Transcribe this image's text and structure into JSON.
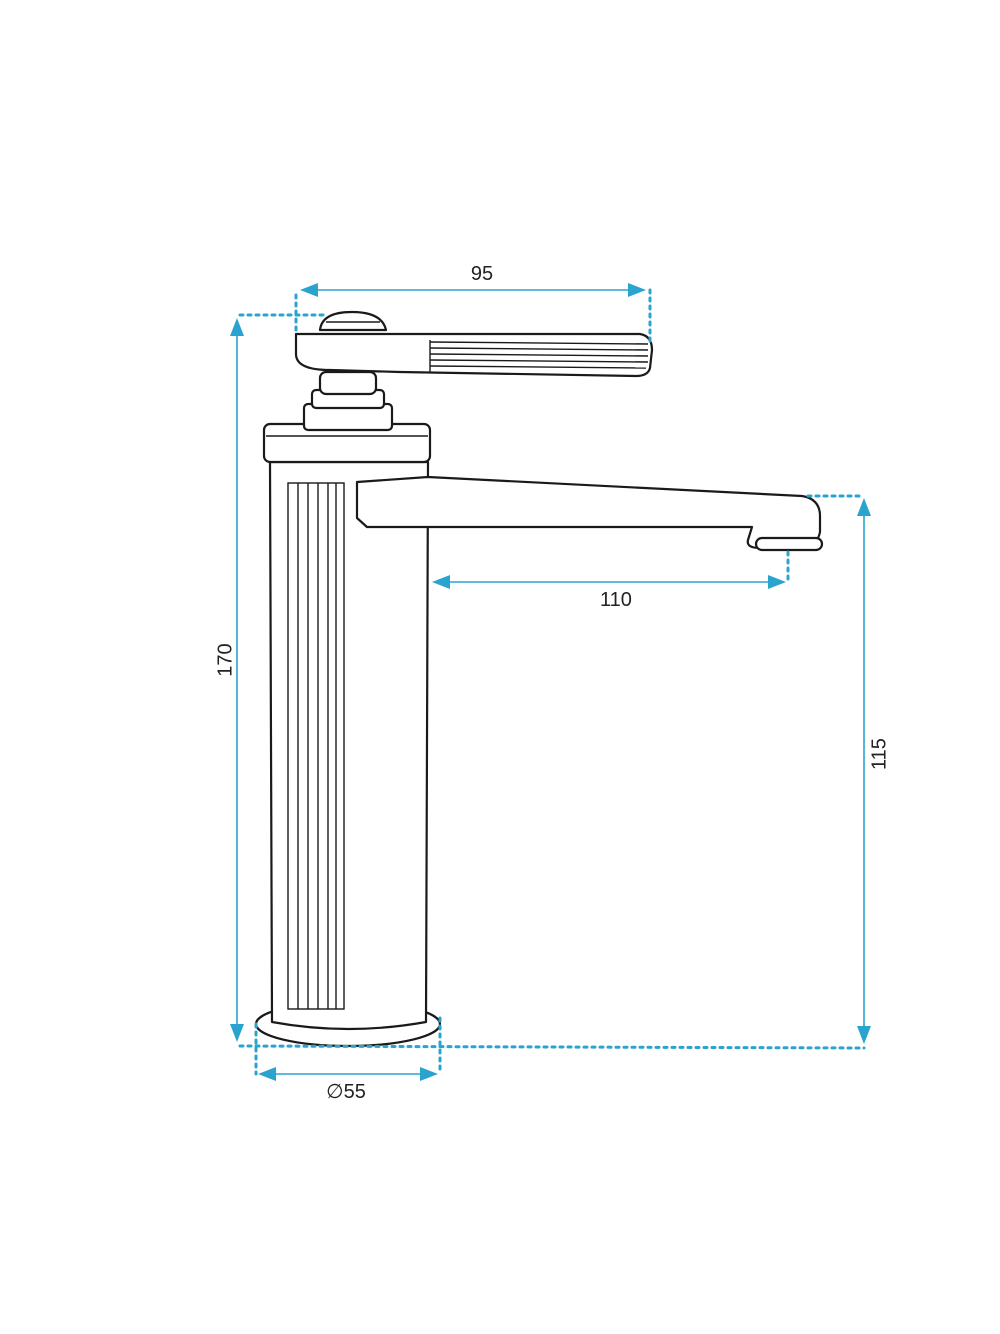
{
  "colors": {
    "dimension": "#2aa3cf",
    "outline": "#1a1a1a",
    "background": "#ffffff"
  },
  "dimensions": {
    "handle_width": "95",
    "spout_reach": "110",
    "total_height": "170",
    "spout_height": "115",
    "base_diameter": "∅55"
  }
}
